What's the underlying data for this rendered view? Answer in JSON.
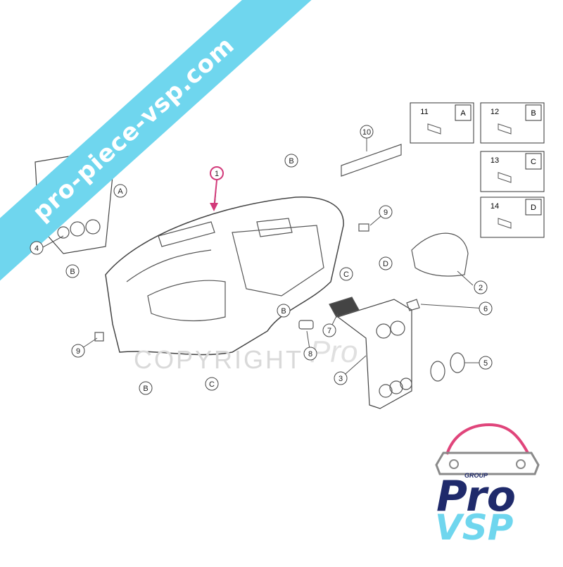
{
  "watermark_url": "pro-piece-vsp.com",
  "copyright_text": "COPYRIGHT",
  "copyright_brand": "Pro",
  "logo": {
    "group": "GROUP",
    "pro": "Pro",
    "vsp": "VSP",
    "accent": "#e0457b",
    "navy": "#1f2a6b",
    "cyan": "#6fd6ee"
  },
  "part_callouts": [
    "1",
    "2",
    "3",
    "4",
    "5",
    "6",
    "7",
    "8",
    "9",
    "9",
    "10"
  ],
  "letter_callouts": [
    "A",
    "B",
    "B",
    "B",
    "B",
    "C",
    "C",
    "D"
  ],
  "fasteners": [
    {
      "num": "11",
      "letter": "A"
    },
    {
      "num": "12",
      "letter": "B"
    },
    {
      "num": "13",
      "letter": "C"
    },
    {
      "num": "14",
      "letter": "D"
    }
  ]
}
